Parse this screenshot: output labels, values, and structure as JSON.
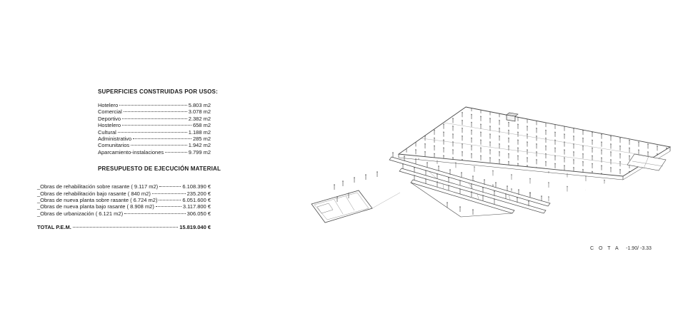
{
  "surfaces": {
    "title": "SUPERFICIES CONSTRUIDAS POR USOS:",
    "items": [
      {
        "label": "Hotelero",
        "value": "5.803 m2"
      },
      {
        "label": "Comercial",
        "value": "3.078 m2"
      },
      {
        "label": "Deportivo",
        "value": "2.382 m2"
      },
      {
        "label": "Hostelero",
        "value": "658 m2"
      },
      {
        "label": "Cultural",
        "value": "1.188 m2"
      },
      {
        "label": "Administrativo",
        "value": "285 m2"
      },
      {
        "label": "Comunitarios",
        "value": "1.942 m2"
      },
      {
        "label": "Aparcamiento-instalaciones",
        "value": "9.799 m2"
      }
    ]
  },
  "budget": {
    "title": "PRESUPUESTO DE EJECUCIÓN MATERIAL",
    "items": [
      {
        "label": "_Obras de rehabilitación sobre rasante ( 9.117 m2)",
        "value": "6.108.390 €"
      },
      {
        "label": "_Obras de rehabilitación bajo rasante ( 840 m2)",
        "value": "235.200 €"
      },
      {
        "label": "_Obras de nueva planta sobre rasante ( 6.724 m2)",
        "value": "6.051.600 €"
      },
      {
        "label": "_Obras de nueva planta bajo rasante ( 8.908 m2)",
        "value": "3.117.800 €"
      },
      {
        "label": "_Obras de urbanización ( 6.121 m2)",
        "value": "306.050 €"
      }
    ],
    "total_label": "TOTAL P.E.M.",
    "total_value": "15.819.040 €"
  },
  "drawing": {
    "cota_label": "C O T A",
    "cota_value": "-1.90/ -3.33"
  }
}
